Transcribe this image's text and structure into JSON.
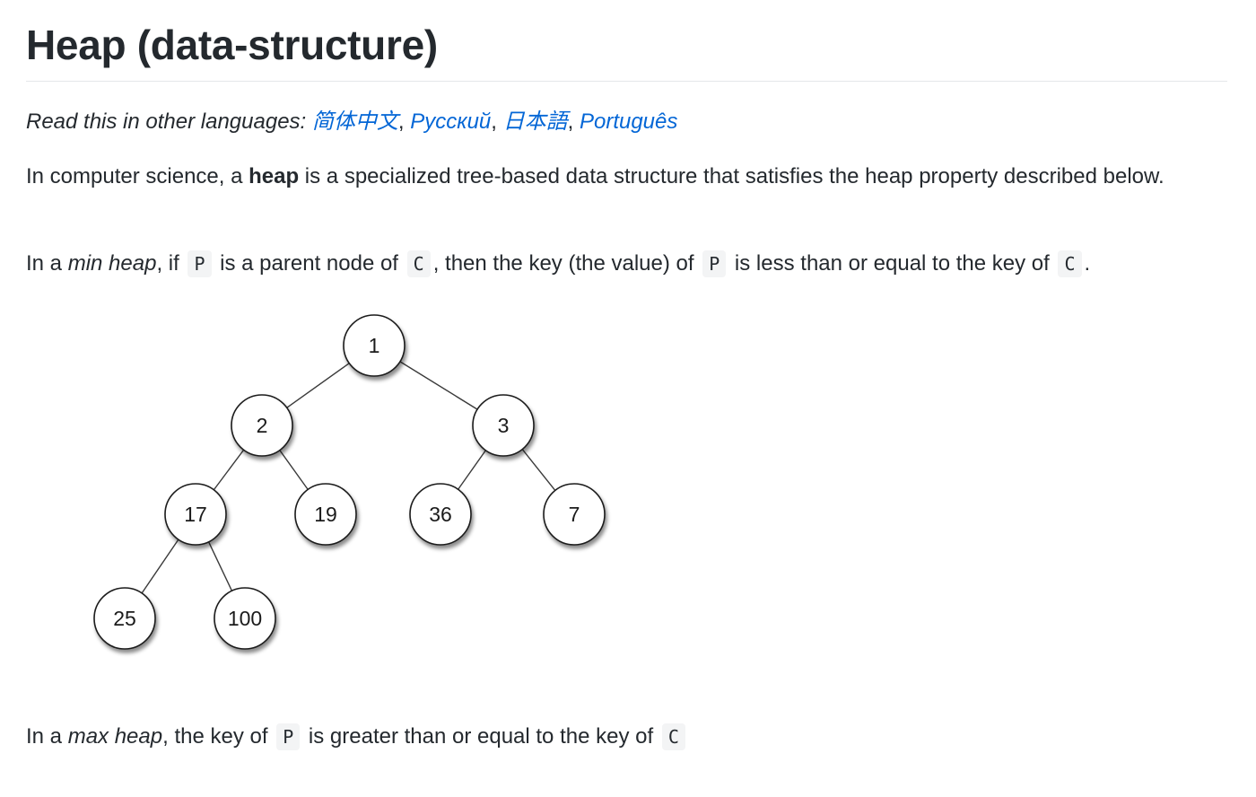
{
  "title": "Heap (data-structure)",
  "languages": {
    "prefix": "Read this in other languages: ",
    "links": [
      "简体中文",
      "Русский",
      "日本語",
      "Português"
    ],
    "separator": ", "
  },
  "intro": {
    "before": "In computer science, a ",
    "bold": "heap",
    "after": " is a specialized tree-based data structure that satisfies the heap property described below."
  },
  "min_heap": {
    "t1": "In a ",
    "term": "min heap",
    "t2": ", if ",
    "c1": "P",
    "t3": " is a parent node of ",
    "c2": "C",
    "t4": ", then the key (the value) of ",
    "c3": "P",
    "t5": " is less than or equal to the key of ",
    "c4": "C",
    "t6": "."
  },
  "diagram": {
    "nodes": [
      {
        "id": "n1",
        "label": "1"
      },
      {
        "id": "n2",
        "label": "2"
      },
      {
        "id": "n3",
        "label": "3"
      },
      {
        "id": "n17",
        "label": "17"
      },
      {
        "id": "n19",
        "label": "19"
      },
      {
        "id": "n36",
        "label": "36"
      },
      {
        "id": "n7",
        "label": "7"
      },
      {
        "id": "n25",
        "label": "25"
      },
      {
        "id": "n100",
        "label": "100"
      }
    ],
    "edges": [
      [
        "n1",
        "n2"
      ],
      [
        "n1",
        "n3"
      ],
      [
        "n2",
        "n17"
      ],
      [
        "n2",
        "n19"
      ],
      [
        "n3",
        "n36"
      ],
      [
        "n3",
        "n7"
      ],
      [
        "n17",
        "n25"
      ],
      [
        "n17",
        "n100"
      ]
    ]
  },
  "max_heap": {
    "t1": "In a ",
    "term": "max heap",
    "t2": ", the key of ",
    "c1": "P",
    "t3": " is greater than or equal to the key of ",
    "c2": "C"
  }
}
